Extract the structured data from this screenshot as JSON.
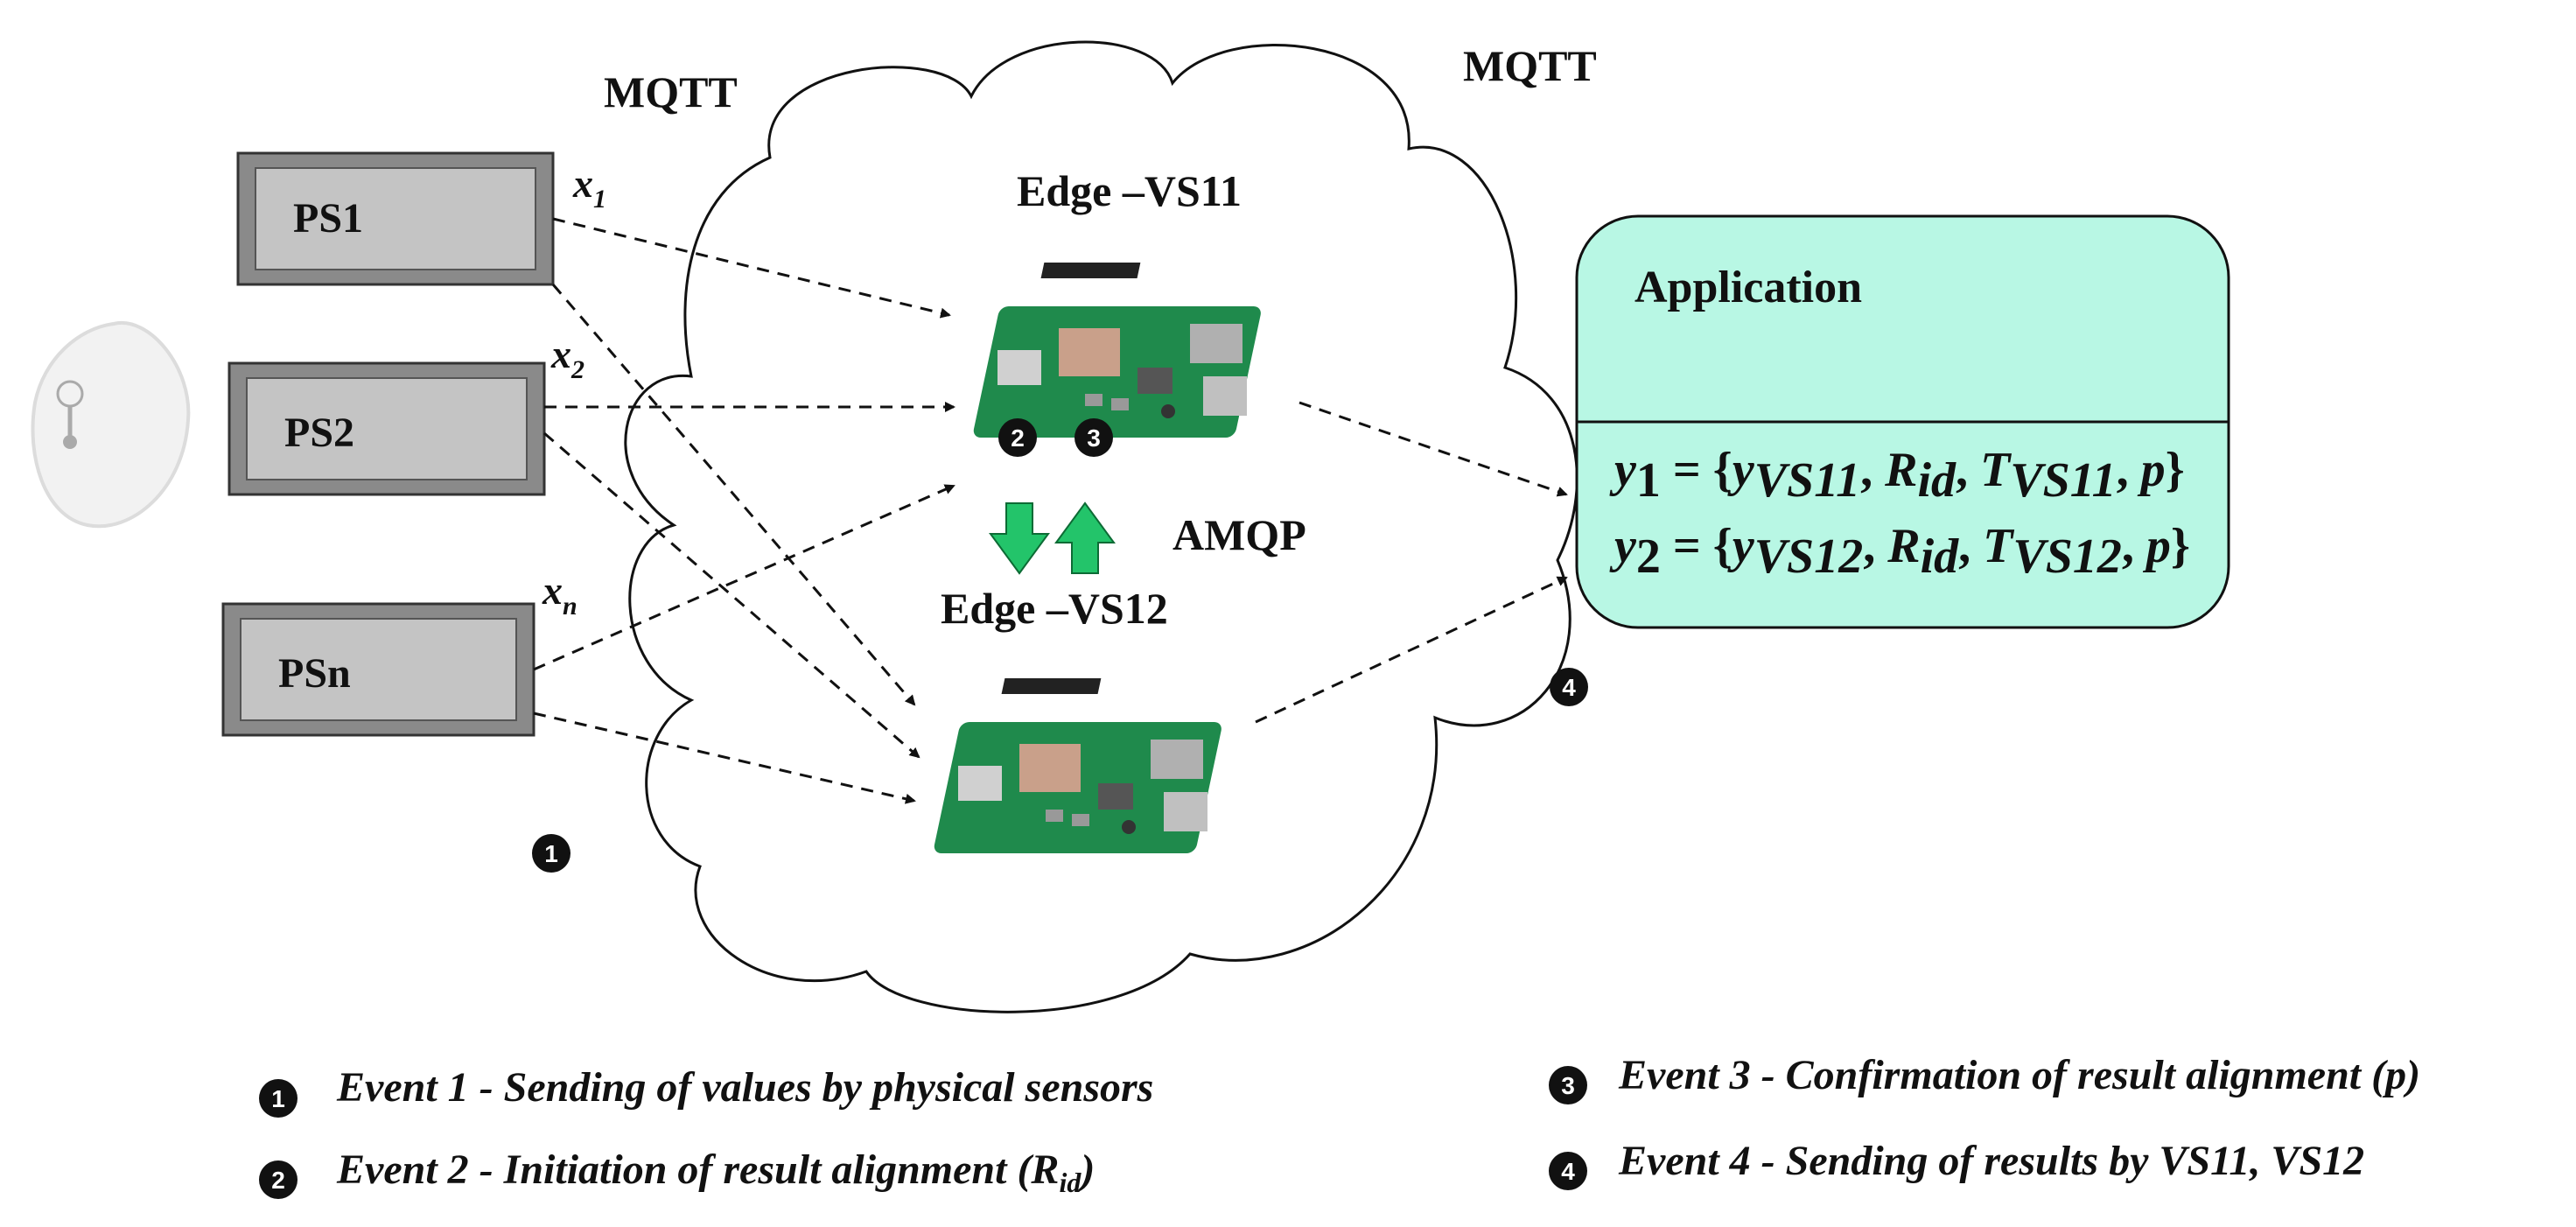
{
  "protocols": {
    "mqtt_left": "MQTT",
    "mqtt_right": "MQTT",
    "amqp": "AMQP"
  },
  "sensors": [
    {
      "name": "PS1",
      "input": "x",
      "input_sub": "1"
    },
    {
      "name": "PS2",
      "input": "x",
      "input_sub": "2"
    },
    {
      "name": "PSn",
      "input": "x",
      "input_sub": "n"
    }
  ],
  "edges": {
    "vs11": "Edge –VS11",
    "vs12": "Edge –VS12"
  },
  "application": {
    "title": "Application",
    "y1": {
      "lhs": "y",
      "lhs_sub": "1",
      "eq": " = {",
      "a": "y",
      "a_sub": "VS11",
      "b": "R",
      "b_sub": "id",
      "c": "T",
      "c_sub": "VS11",
      "d": "p",
      "close": "}"
    },
    "y2": {
      "lhs": "y",
      "lhs_sub": "2",
      "eq": " = {",
      "a": "y",
      "a_sub": "VS12",
      "b": "R",
      "b_sub": "id",
      "c": "T",
      "c_sub": "VS12",
      "d": "p",
      "close": "}"
    }
  },
  "badges": {
    "b1": "1",
    "b2": "2",
    "b3": "3",
    "b4": "4"
  },
  "legend": [
    {
      "num": "1",
      "text": "Event 1 - Sending of values by physical sensors"
    },
    {
      "num": "2",
      "text": "Event 2 - Initiation of result alignment  (R",
      "sub": "id",
      "tail": ")"
    },
    {
      "num": "3",
      "text": "Event 3 - Confirmation of result alignment (p)"
    },
    {
      "num": "4",
      "text": "Event 4 - Sending of results by VS11, VS12"
    }
  ],
  "colors": {
    "app_fill": "#b8f7e4",
    "arrow_green": "#23c46a",
    "sensor_box": "#c4c4c4",
    "board_green": "#1f8a4c"
  }
}
